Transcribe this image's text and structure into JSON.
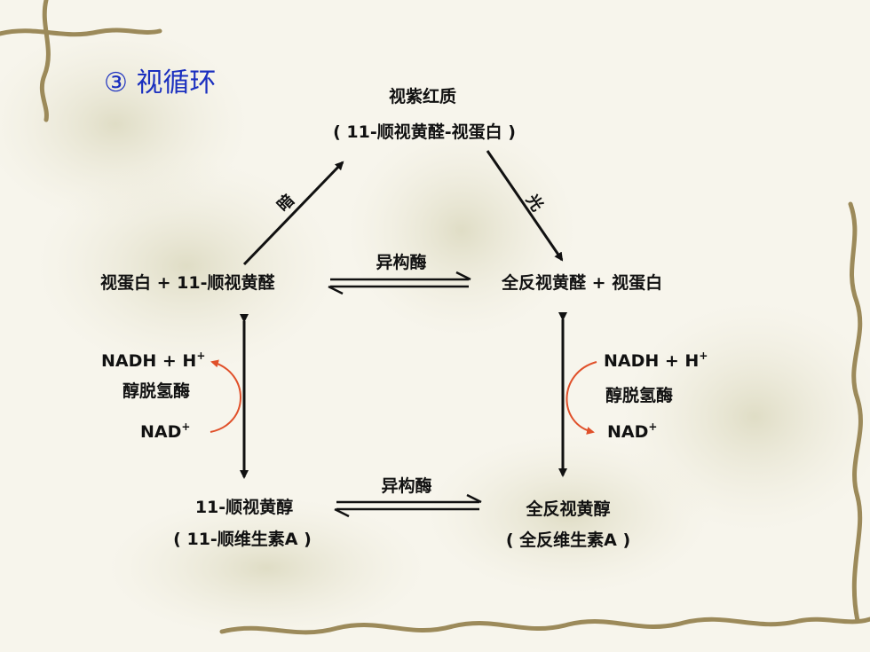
{
  "title": "③ 视循环",
  "nodes": {
    "rhodopsin_name": "视紫红质",
    "rhodopsin_formula": "( 11-顺视黄醛-视蛋白 )",
    "left_mid": "视蛋白 + 11-顺视黄醛",
    "right_mid": "全反视黄醛 + 视蛋白",
    "left_bottom_name": "11-顺视黄醇",
    "left_bottom_alias": "( 11-顺维生素A )",
    "right_bottom_name": "全反视黄醇",
    "right_bottom_alias": "( 全反维生素A )"
  },
  "labels": {
    "dark": "暗",
    "light": "光",
    "isomerase_top": "异构酶",
    "isomerase_bottom": "异构酶"
  },
  "cofactors": {
    "left_nadh": "NADH + H",
    "left_enzyme": "醇脱氢酶",
    "left_nad": "NAD",
    "right_nadh": "NADH + H",
    "right_enzyme": "醇脱氢酶",
    "right_nad": "NAD",
    "plus": "+"
  },
  "colors": {
    "title": "#1a2fbf",
    "text": "#111111",
    "curved_arrow": "#e0502a"
  }
}
